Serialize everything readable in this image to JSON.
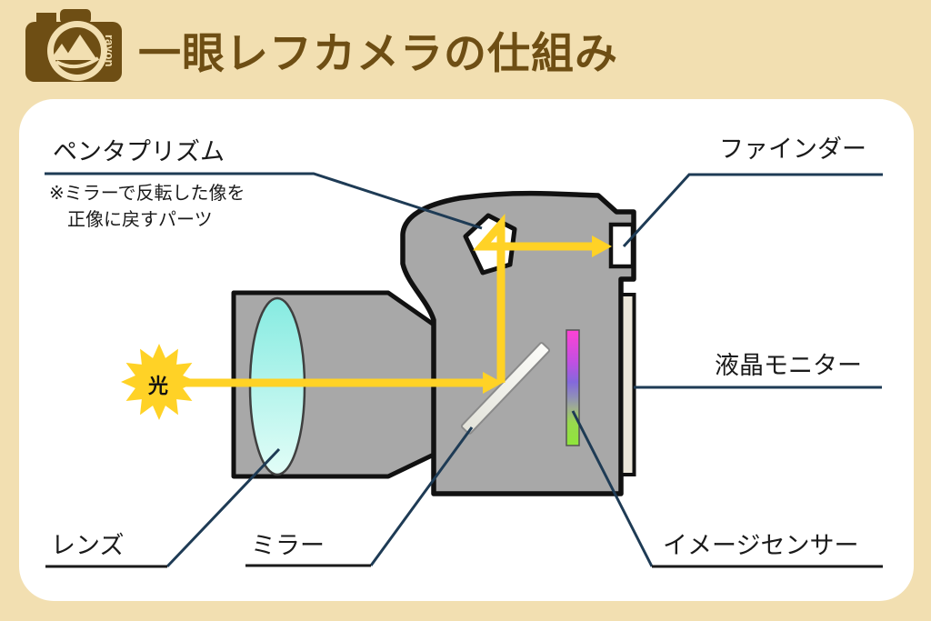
{
  "header": {
    "title": "一眼レフカメラの仕組み",
    "logo_text": "rayon"
  },
  "labels": {
    "pentaprism": "ペンタプリズム",
    "pentaprism_note_1": "※ミラーで反転した像を",
    "pentaprism_note_2": "正像に戻すパーツ",
    "viewfinder": "ファインダー",
    "lcd_monitor": "液晶モニター",
    "lens": "レンズ",
    "mirror": "ミラー",
    "image_sensor": "イメージセンサー",
    "light": "光"
  },
  "colors": {
    "background_tan": "#F2DFB1",
    "brand_brown": "#6E4E14",
    "card_white": "#FFFFFF",
    "camera_gray": "#A8A8A8",
    "outline_black": "#111111",
    "light_yellow": "#FFD226",
    "leader_navy": "#1E3B55",
    "underline_black": "#1A1A1A",
    "lens_cyan_top": "#86EBE1",
    "lens_cyan_bottom": "#E2FDF7",
    "lcd_beige": "#ECE7DA",
    "sensor_magenta": "#FF42D4",
    "sensor_green": "#8FE63A"
  }
}
